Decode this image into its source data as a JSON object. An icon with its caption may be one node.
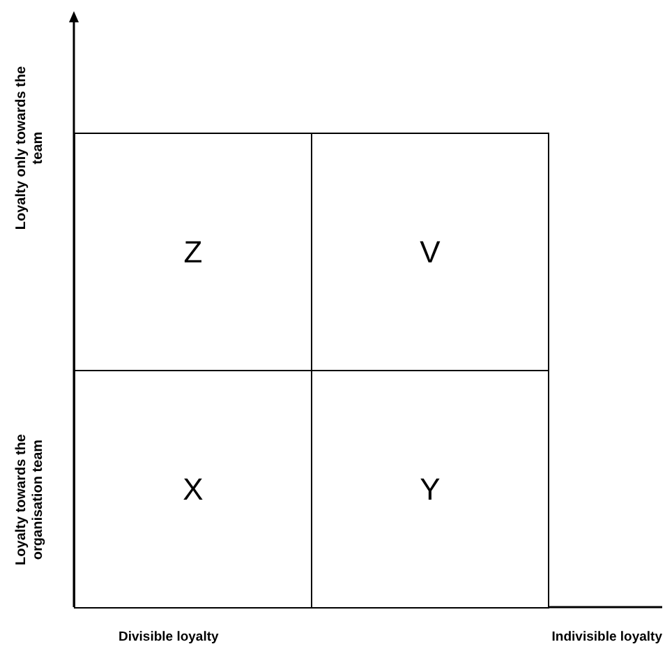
{
  "diagram": {
    "nodes": [
      {
        "text": [
          "Z"
        ]
      },
      {
        "text": [
          "V"
        ]
      },
      {
        "text": [
          "X"
        ]
      },
      {
        "text": [
          "Y"
        ]
      }
    ],
    "edges": [],
    "labels": [
      "Loyalty only towards the team",
      "Loyalty towards the organisation team",
      "Divisible loyalty",
      "Indivisible loyalty"
    ]
  }
}
